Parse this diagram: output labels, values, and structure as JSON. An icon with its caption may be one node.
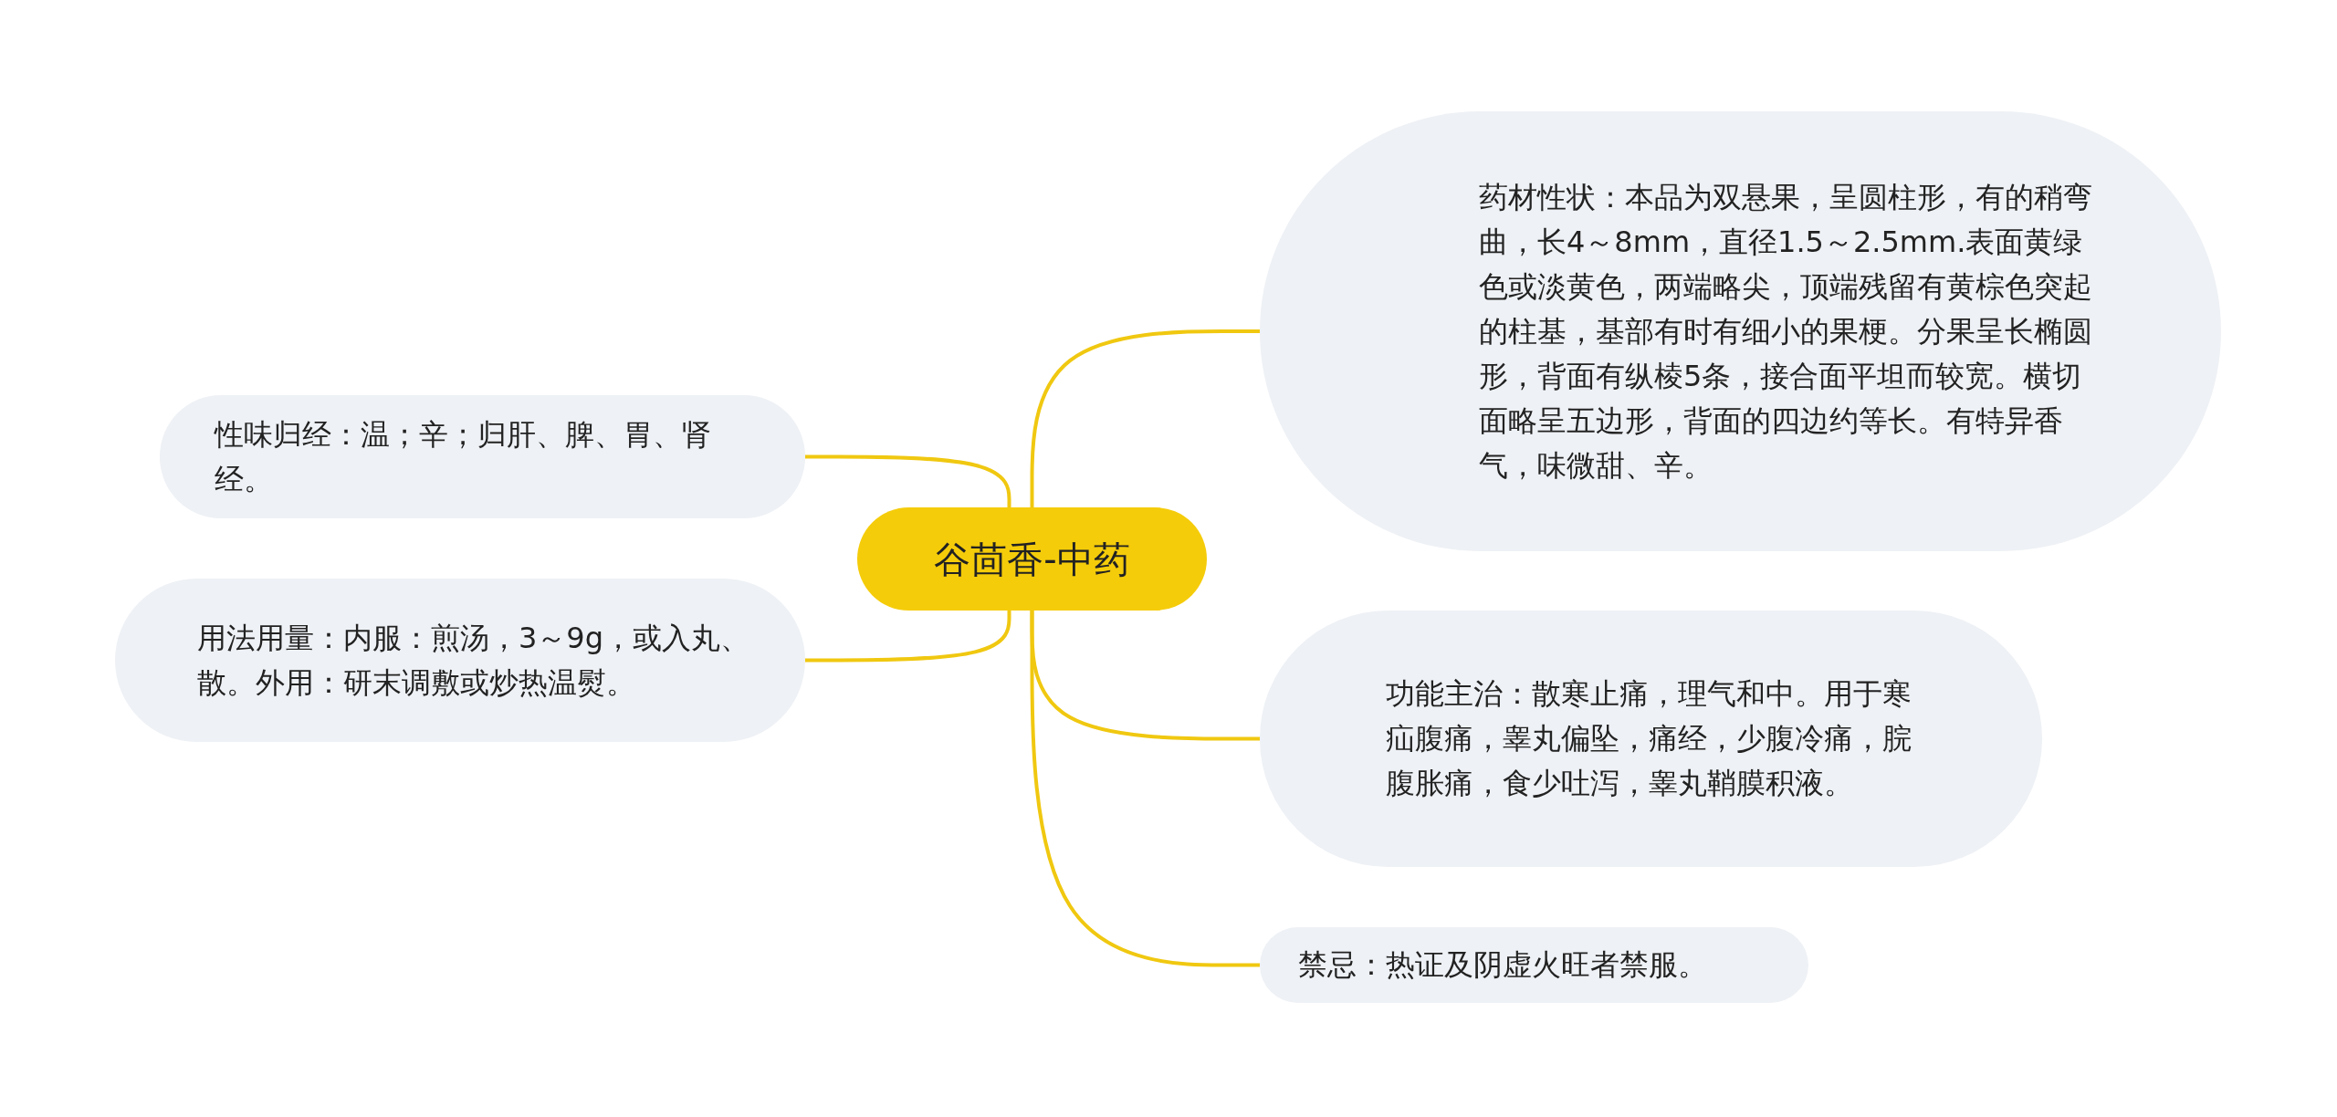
{
  "diagram": {
    "nodes": [
      {
        "text": [
          "谷茴香-中药"
        ]
      },
      {
        "text": [
          "性味归经：温；辛；归肝、脾、胃、肾经。"
        ]
      },
      {
        "text": [
          "用法用量：内服：煎汤，3～9g，或入丸、散。外用：研末调敷或炒热温熨。"
        ]
      },
      {
        "text": [
          "药材性状：本品为双悬果，呈圆柱形，有的稍弯曲，长4～8mm，直径1.5～2.5mm.表面黄绿色或淡黄色，两端略尖，顶端残留有黄棕色突起的柱基，基部有时有细小的果梗。分果呈长椭圆形，背面有纵棱5条，接合面平坦而较宽。横切面略呈五边形，背面的四边约等长。有特异香气，味微甜、辛。"
        ]
      },
      {
        "text": [
          "功能主治：散寒止痛，理气和中。用于寒疝腹痛，睾丸偏坠，痛经，少腹冷痛，脘腹胀痛，食少吐泻，睾丸鞘膜积液。"
        ]
      },
      {
        "text": [
          "禁忌：热证及阴虚火旺者禁服。"
        ]
      }
    ],
    "edges": [
      {
        "from": 0,
        "to": 1,
        "arrow": "none"
      },
      {
        "from": 0,
        "to": 2,
        "arrow": "none"
      },
      {
        "from": 0,
        "to": 3,
        "arrow": "none"
      },
      {
        "from": 0,
        "to": 4,
        "arrow": "none"
      },
      {
        "from": 0,
        "to": 5,
        "arrow": "none"
      }
    ]
  }
}
